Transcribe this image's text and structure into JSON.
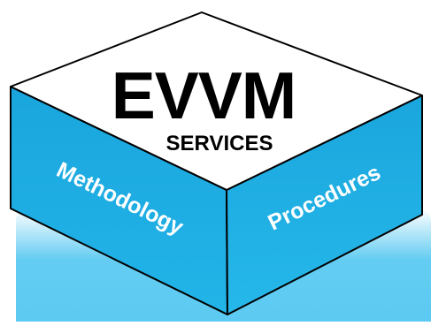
{
  "cube": {
    "title": "EVVM",
    "subtitle": "SERVICES",
    "left_face_label": "Methodology",
    "right_face_label": "Procedures"
  },
  "colors": {
    "top_face": "#ffffff",
    "side_face": "#1aa6dd",
    "outline": "#000000",
    "face_text": "#ffffff",
    "glow": "#5ccaf2"
  }
}
